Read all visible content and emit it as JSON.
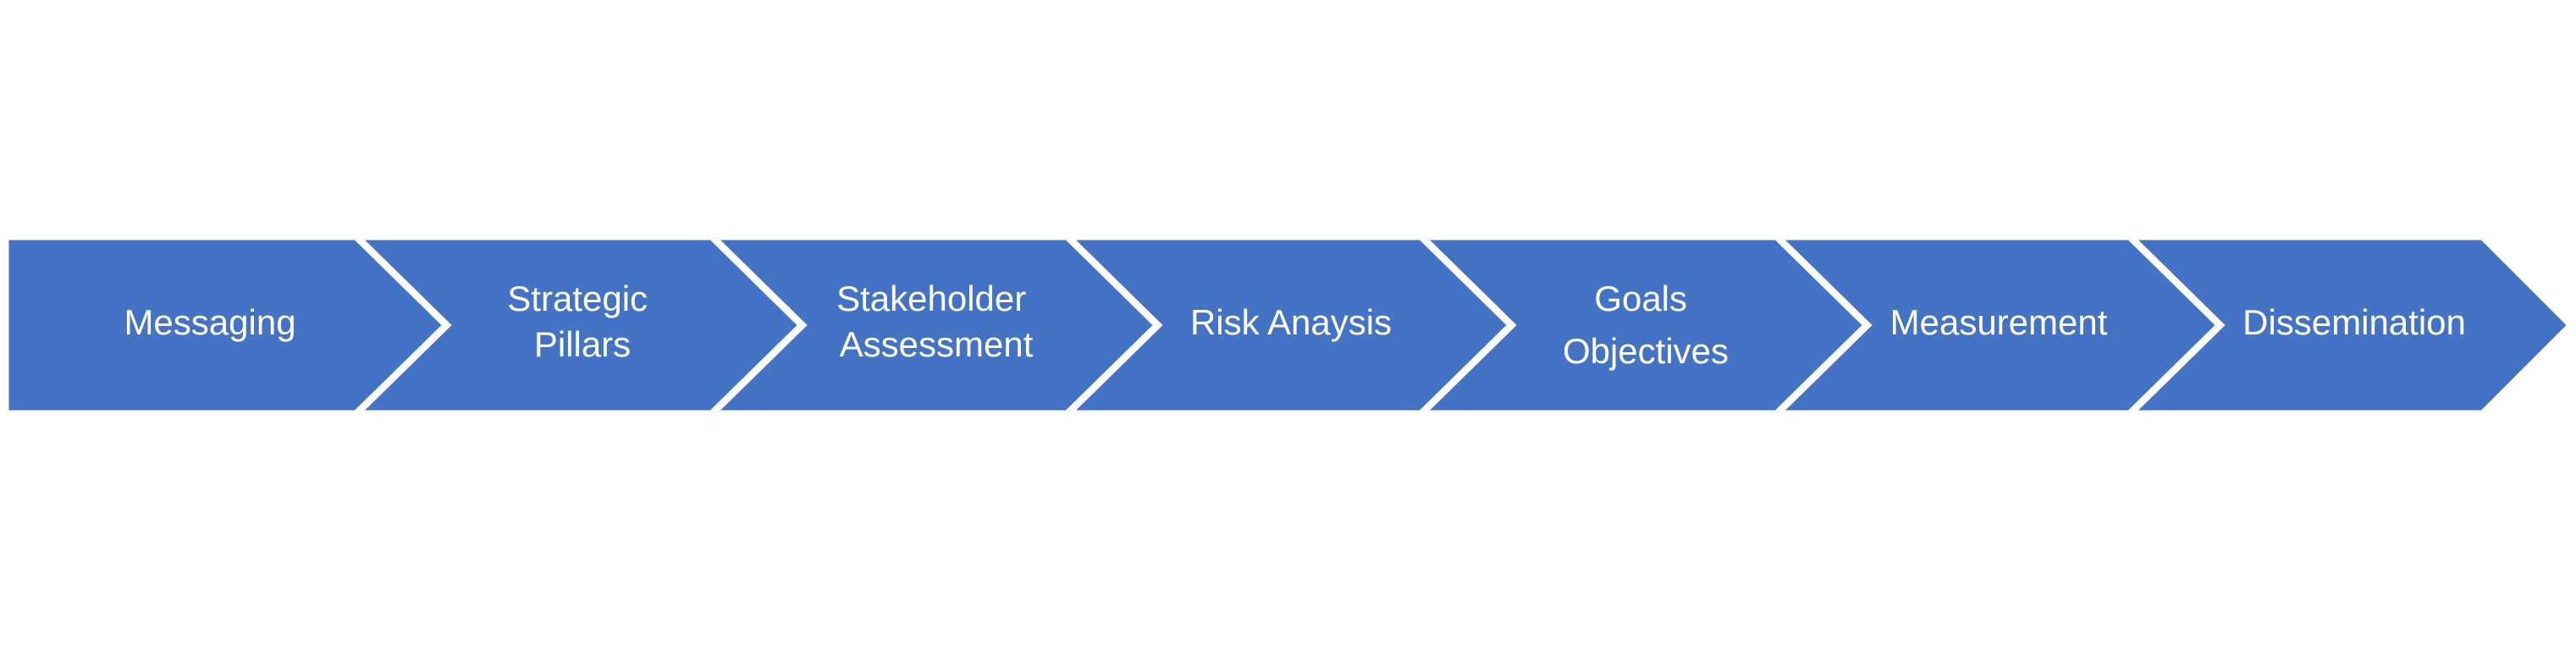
{
  "colors": {
    "shape_fill": "#4472C4",
    "shape_stroke": "#ffffff",
    "text": "#ffffff",
    "background": "#ffffff"
  },
  "steps": [
    {
      "lines": [
        "Messaging"
      ]
    },
    {
      "lines": [
        "Strategic",
        "Pillars"
      ]
    },
    {
      "lines": [
        "Stakeholder",
        "Assessment"
      ]
    },
    {
      "lines": [
        "Risk Anaysis"
      ]
    },
    {
      "lines": [
        "Goals",
        "Objectives"
      ]
    },
    {
      "lines": [
        "Measurement"
      ]
    },
    {
      "lines": [
        "Dissemination"
      ]
    }
  ]
}
